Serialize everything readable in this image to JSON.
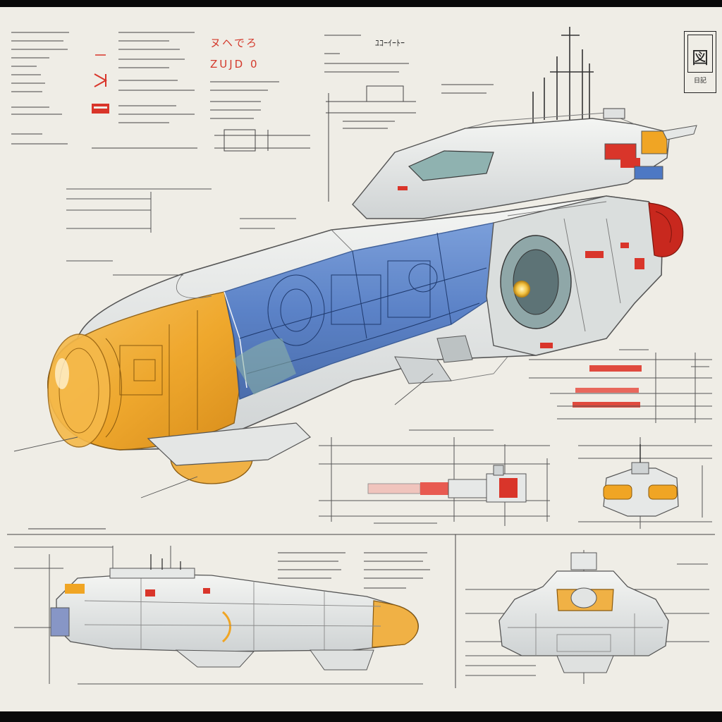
{
  "sheet": {
    "title_katakana": "ヌヘでろ",
    "title_code": "ZUJD 0",
    "header_script": "ﾕｺｰｲｰﾄｰ",
    "stamp_mark": "図",
    "stamp_footer": "日記"
  },
  "palette": {
    "paper": "#efede6",
    "frame": "#0a0a0a",
    "ink": "#3a3a3a",
    "hull_white": "#e9ebea",
    "nose_orange": "#f0a524",
    "cutaway_blue": "#4d78c4",
    "marker_red": "#d9352a",
    "engine_red": "#c8281e"
  },
  "icons": [
    "spaceship-cutaway",
    "spaceship-side-view",
    "spaceship-front-view",
    "spaceship-top-plan",
    "spaceship-rear-view",
    "title-stamp"
  ]
}
